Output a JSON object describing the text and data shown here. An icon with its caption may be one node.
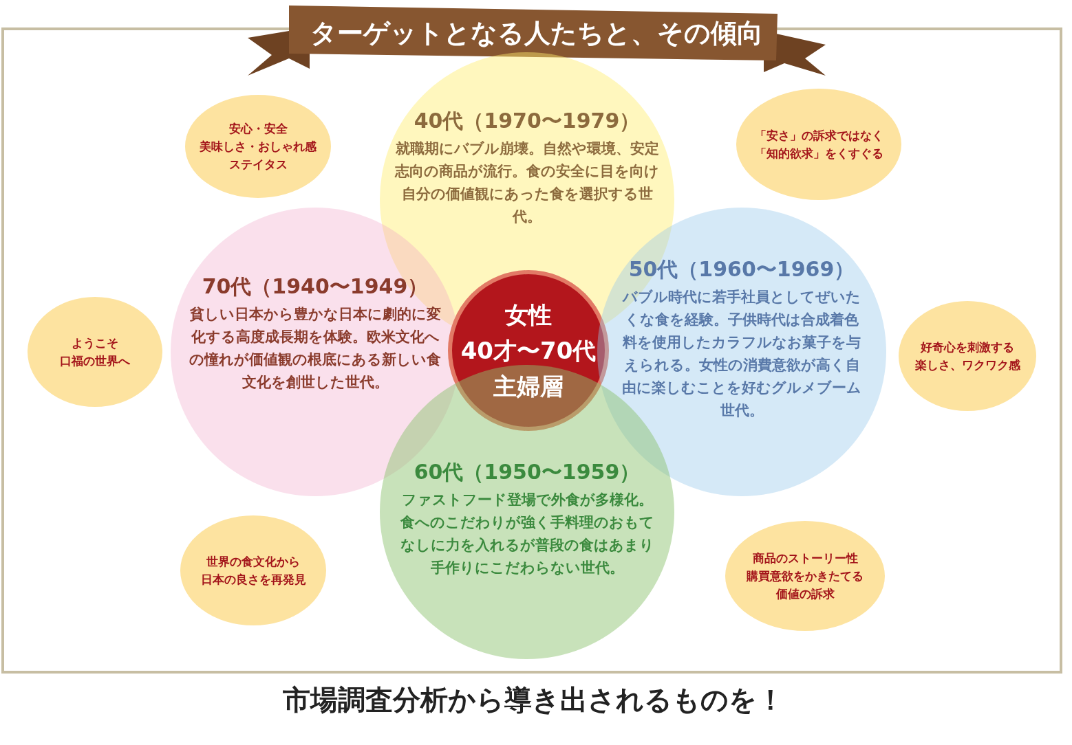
{
  "diagram": {
    "title": "ターゲットとなる人たちと、その傾向",
    "caption": "市場調査分析から導き出されるものを！",
    "nodes": [
      {
        "text": [
          "安心・安全",
          "美味しさ・おしゃれ感",
          "ステイタス"
        ]
      },
      {
        "text": [
          "40代（1970〜1979）",
          "就職期にバブル崩壊。自然や環境、安定志向の商品が流行。食の安全に目を向け自分の価値観にあった食を選択する世代。"
        ]
      },
      {
        "text": [
          "「安さ」の訴求ではなく",
          "「知的欲求」をくすぐる"
        ]
      },
      {
        "text": [
          "ようこそ",
          "口福の世界へ"
        ]
      },
      {
        "text": [
          "70代（1940〜1949）",
          "貧しい日本から豊かな日本に劇的に変化する高度成長期を体験。欧米文化への憧れが価値観の根底にある新しい食文化を創世した世代。"
        ]
      },
      {
        "text": [
          "女性",
          "40才〜70代",
          "主婦層"
        ]
      },
      {
        "text": [
          "50代（1960〜1969）",
          "バブル時代に若手社員としてぜいたくな食を経験。子供時代は合成着色料を使用したカラフルなお菓子を与えられる。女性の消費意欲が高く自由に楽しむことを好むグルメブーム世代。"
        ]
      },
      {
        "text": [
          "好奇心を刺激する",
          "楽しさ、ワクワク感"
        ]
      },
      {
        "text": [
          "60代（1950〜1959）",
          "ファストフード登場で外食が多様化。食へのこだわりが強く手料理のおもてなしに力を入れるが普段の食はあまり手作りにこだわらない世代。"
        ]
      },
      {
        "text": [
          "世界の食文化から",
          "日本の良さを再発見"
        ]
      },
      {
        "text": [
          "商品のストーリー性",
          "購買意欲をかきたてる",
          "価値の訴求"
        ]
      }
    ]
  }
}
